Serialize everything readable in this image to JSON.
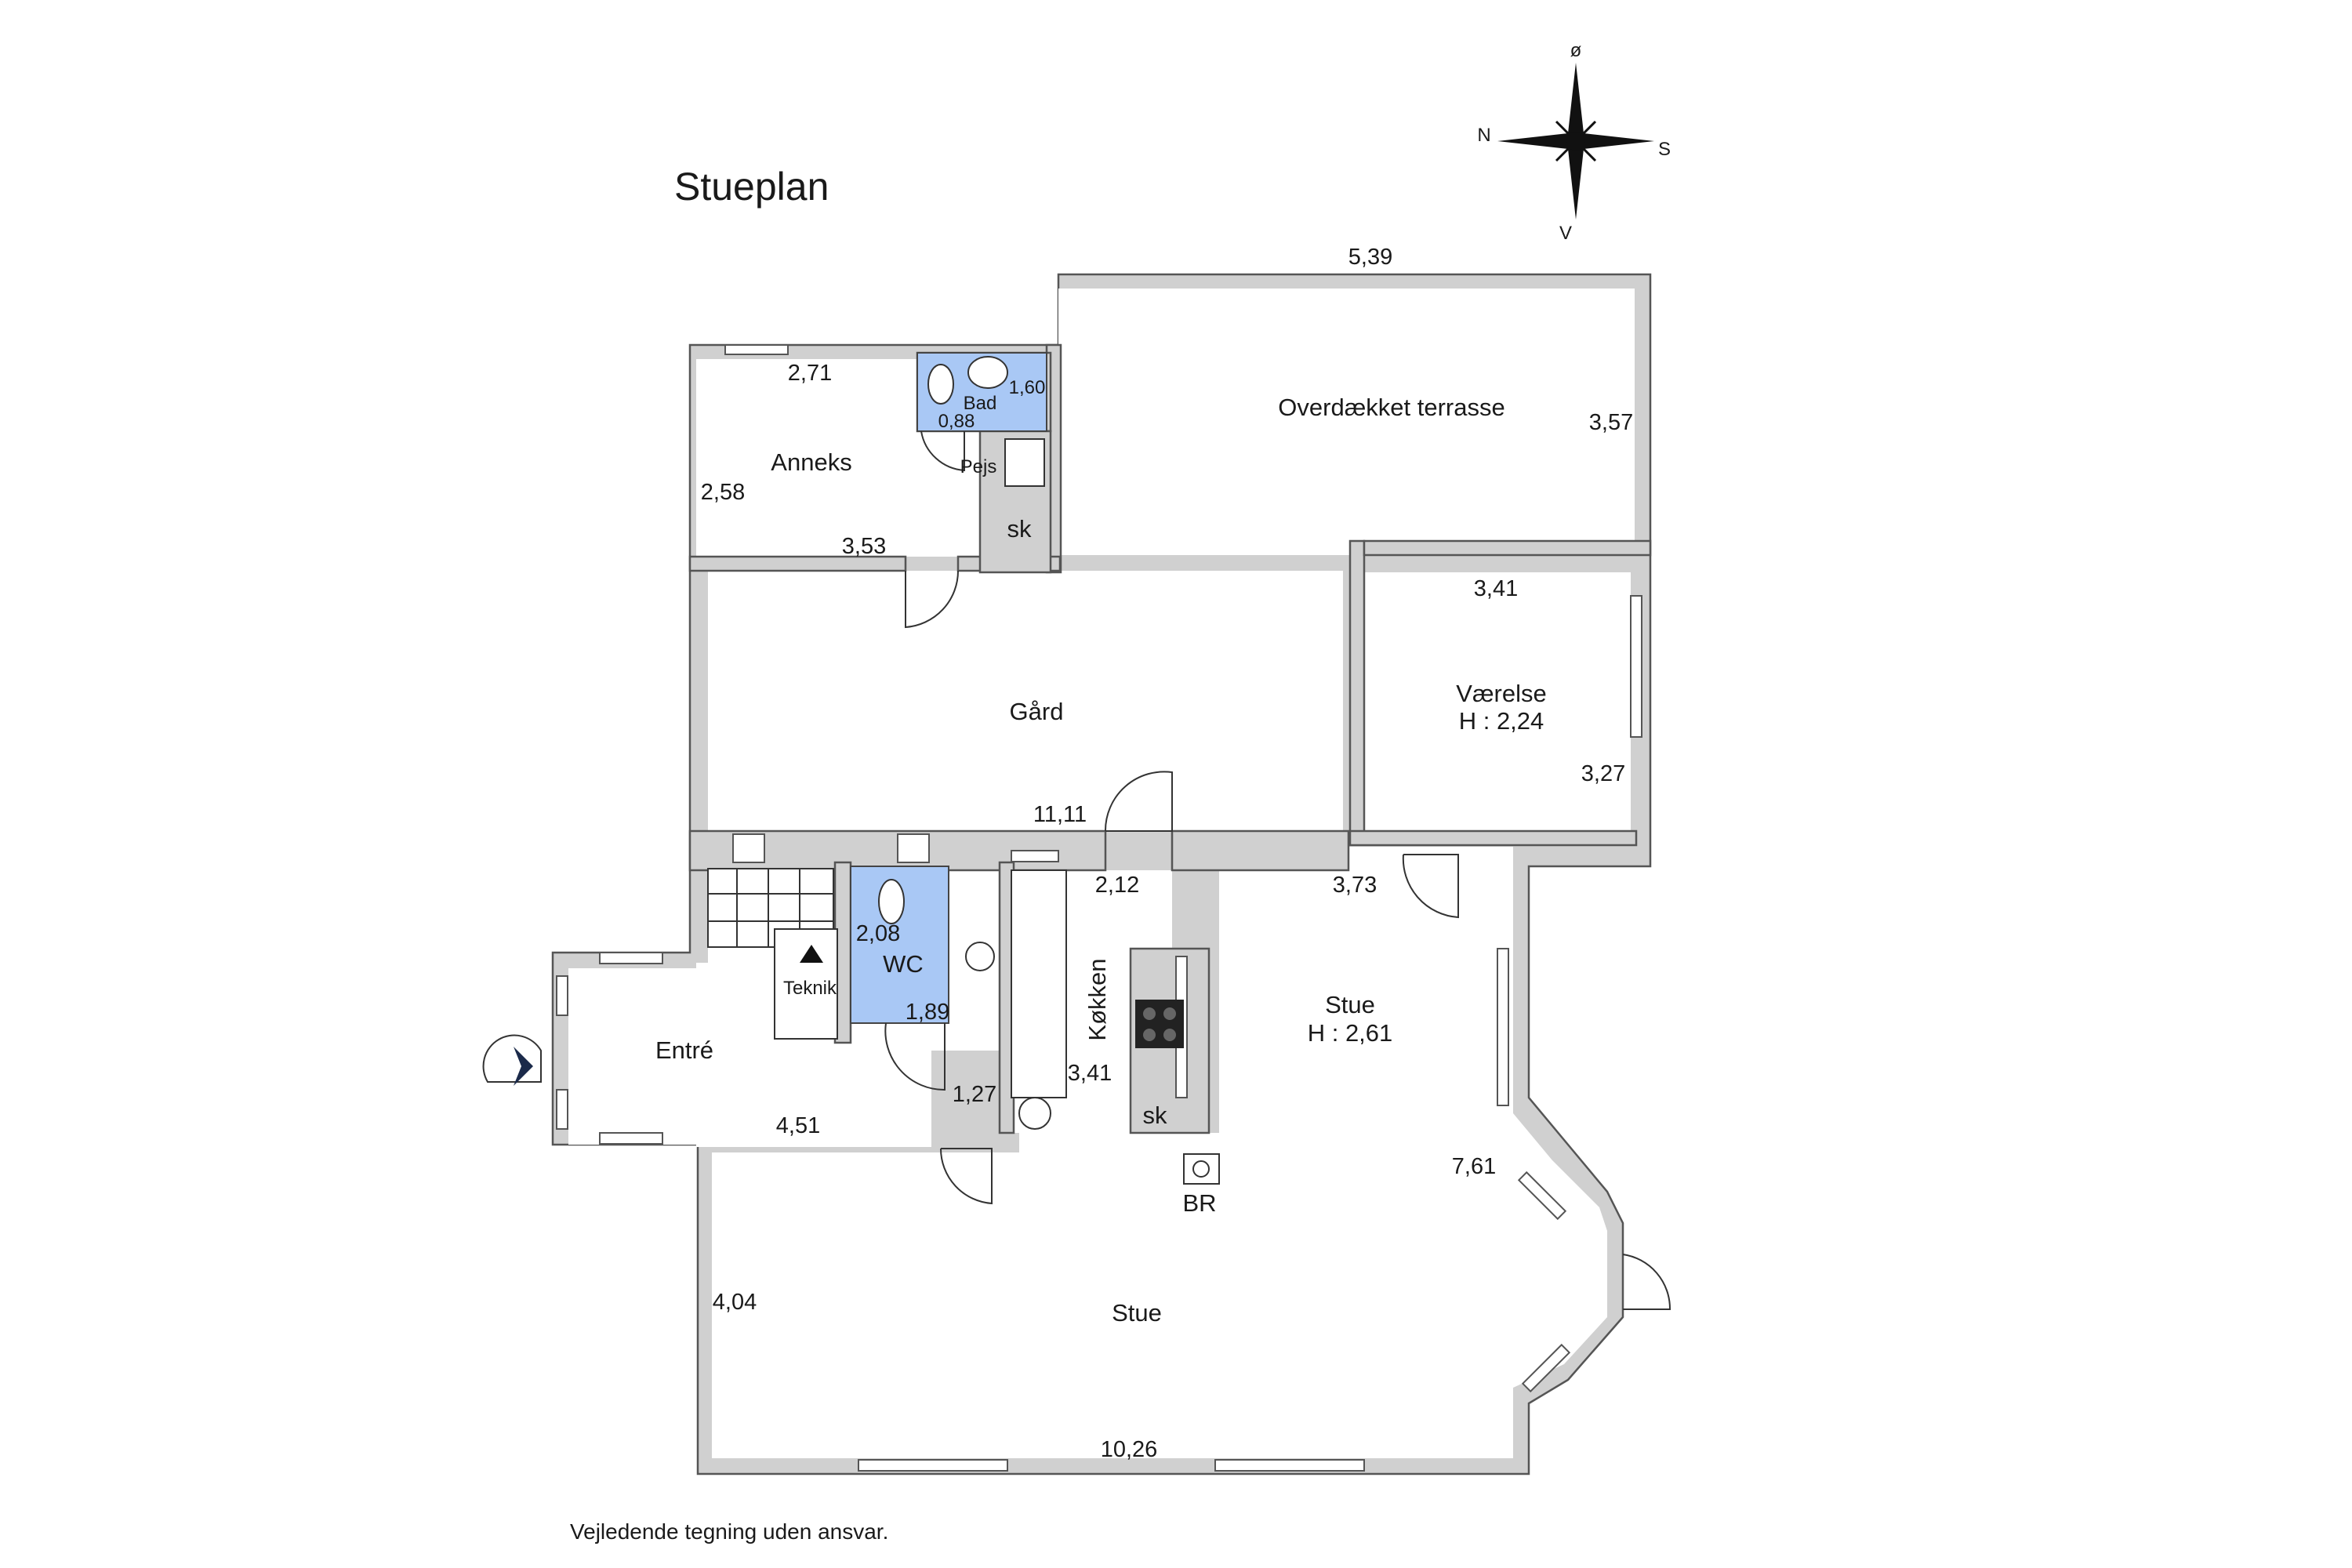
{
  "title": "Stueplan",
  "footer_note": "Vejledende tegning uden ansvar.",
  "compass": {
    "north": "N",
    "south": "S",
    "east": "ø",
    "west": "V"
  },
  "rooms": {
    "annex": "Anneks",
    "bath": "Bad",
    "fireplace": "Pejs",
    "cupboard_annex": "sk",
    "covered_terrace": "Overdækket terrasse",
    "courtyard": "Gård",
    "bedroom": "Værelse",
    "bedroom_height": "H : 2,24",
    "wc": "WC",
    "utility": "Teknik",
    "kitchen": "Køkken",
    "cupboard_kitchen": "sk",
    "living_main": "Stue",
    "living_main_height": "H : 2,61",
    "living_lower": "Stue",
    "hall": "Entré",
    "chimney": "BR"
  },
  "dimensions": {
    "terrace_width": "5,39",
    "terrace_depth": "3,57",
    "annex_width_top": "2,71",
    "annex_depth": "2,58",
    "annex_width_bottom": "3,53",
    "bath_depth": "1,60",
    "bath_width": "0,88",
    "bedroom_width": "3,41",
    "bedroom_depth": "3,27",
    "courtyard_width": "11,11",
    "kitchen_top": "2,12",
    "living_width_top": "3,73",
    "wc_depth": "2,08",
    "wc_width": "1,89",
    "hall_depth": "1,27",
    "kitchen_depth": "3,41",
    "hall_width": "4,51",
    "living_side": "7,61",
    "living_lower_depth": "4,04",
    "living_lower_width": "10,26"
  },
  "colors": {
    "wall": "#d0d0d0",
    "wet_room": "#a9c8f5",
    "entry_arrow": "#1b2a4a"
  }
}
